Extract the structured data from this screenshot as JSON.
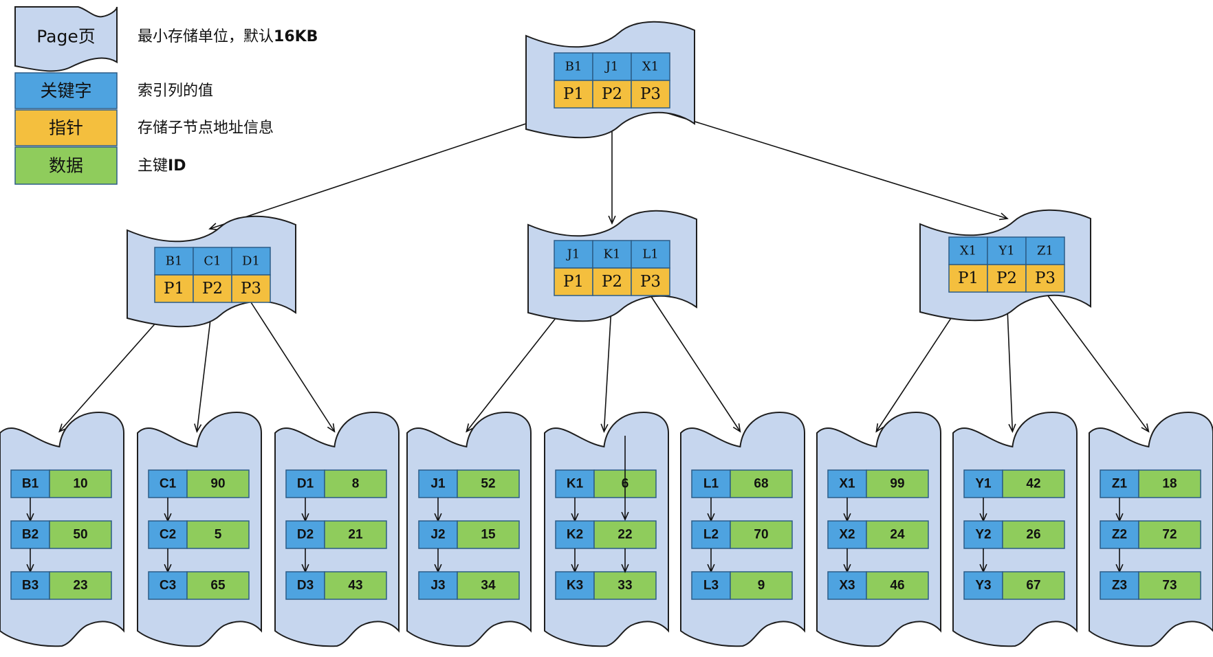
{
  "legend": {
    "items": [
      {
        "id": "page",
        "box_text": "Page页",
        "desc": "最小存储单位，默认",
        "desc_bold": "16KB"
      },
      {
        "id": "key",
        "box_text": "关键字",
        "desc": "索引列的值",
        "desc_bold": ""
      },
      {
        "id": "ptr",
        "box_text": "指针",
        "desc": "存储子节点地址信息",
        "desc_bold": ""
      },
      {
        "id": "data",
        "box_text": "数据",
        "desc": "主键",
        "desc_bold": "ID"
      }
    ]
  },
  "tree": {
    "root": {
      "keys": [
        "B1",
        "J1",
        "X1"
      ],
      "pointers": [
        "P1",
        "P2",
        "P3"
      ]
    },
    "internal": [
      {
        "keys": [
          "B1",
          "C1",
          "D1"
        ],
        "pointers": [
          "P1",
          "P2",
          "P3"
        ]
      },
      {
        "keys": [
          "J1",
          "K1",
          "L1"
        ],
        "pointers": [
          "P1",
          "P2",
          "P3"
        ]
      },
      {
        "keys": [
          "X1",
          "Y1",
          "Z1"
        ],
        "pointers": [
          "P1",
          "P2",
          "P3"
        ]
      }
    ],
    "leaves": [
      {
        "rows": [
          {
            "key": "B1",
            "value": "10"
          },
          {
            "key": "B2",
            "value": "50"
          },
          {
            "key": "B3",
            "value": "23"
          }
        ]
      },
      {
        "rows": [
          {
            "key": "C1",
            "value": "90"
          },
          {
            "key": "C2",
            "value": "5"
          },
          {
            "key": "C3",
            "value": "65"
          }
        ]
      },
      {
        "rows": [
          {
            "key": "D1",
            "value": "8"
          },
          {
            "key": "D2",
            "value": "21"
          },
          {
            "key": "D3",
            "value": "43"
          }
        ]
      },
      {
        "rows": [
          {
            "key": "J1",
            "value": "52"
          },
          {
            "key": "J2",
            "value": "15"
          },
          {
            "key": "J3",
            "value": "34"
          }
        ]
      },
      {
        "rows": [
          {
            "key": "K1",
            "value": "6"
          },
          {
            "key": "K2",
            "value": "22"
          },
          {
            "key": "K3",
            "value": "33"
          }
        ]
      },
      {
        "rows": [
          {
            "key": "L1",
            "value": "68"
          },
          {
            "key": "L2",
            "value": "70"
          },
          {
            "key": "L3",
            "value": "9"
          }
        ]
      },
      {
        "rows": [
          {
            "key": "X1",
            "value": "99"
          },
          {
            "key": "X2",
            "value": "24"
          },
          {
            "key": "X3",
            "value": "46"
          }
        ]
      },
      {
        "rows": [
          {
            "key": "Y1",
            "value": "42"
          },
          {
            "key": "Y2",
            "value": "26"
          },
          {
            "key": "Y3",
            "value": "67"
          }
        ]
      },
      {
        "rows": [
          {
            "key": "Z1",
            "value": "18"
          },
          {
            "key": "Z2",
            "value": "72"
          },
          {
            "key": "Z3",
            "value": "73"
          }
        ]
      }
    ]
  },
  "colors": {
    "page": "#c6d6ee",
    "key": "#4ea3e0",
    "pointer": "#f4bf3e",
    "data": "#8fcc5c",
    "cell_border": "#2b5c87",
    "outline": "#1e1e1e"
  }
}
